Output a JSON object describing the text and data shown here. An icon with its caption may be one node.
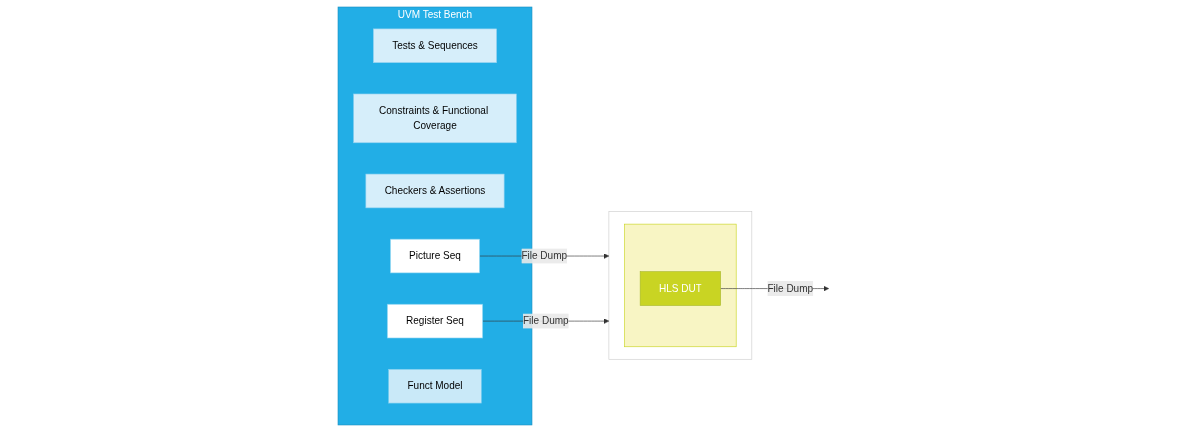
{
  "diagram": {
    "nodes": [
      {
        "text": [
          "UVM Test Bench"
        ]
      },
      {
        "text": [
          "Tests & Sequences"
        ],
        "in": 0
      },
      {
        "text": [
          "Constraints & Functional Coverage"
        ],
        "in": 0
      },
      {
        "text": [
          "Checkers & Assertions"
        ],
        "in": 0
      },
      {
        "text": [
          "Picture Seq"
        ],
        "in": 0
      },
      {
        "text": [
          "Register Seq"
        ],
        "in": 0
      },
      {
        "text": [],
        "shape": "box"
      },
      {
        "text": [],
        "shape": "box",
        "in": 6
      },
      {
        "text": [
          "HLS DUT"
        ],
        "in": 7
      },
      {
        "text": [
          "Funct Model"
        ],
        "in": 0
      }
    ],
    "edges": [
      {
        "from": 4,
        "to": 6,
        "arrow": "to",
        "label": "File Dump"
      },
      {
        "from": 5,
        "to": 6,
        "arrow": "to",
        "label": "File Dump"
      },
      {
        "from": 8,
        "to": null,
        "arrow": "to",
        "label": "File Dump"
      }
    ]
  }
}
